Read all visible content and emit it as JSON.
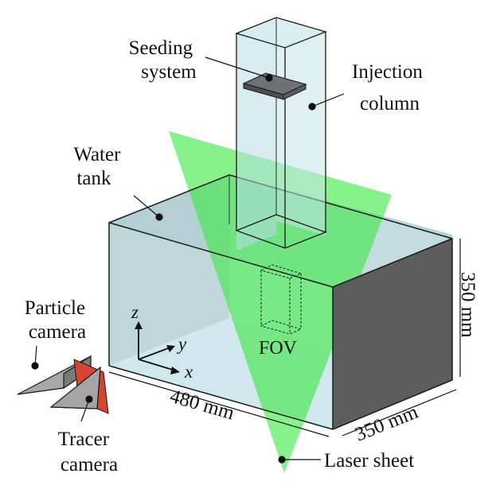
{
  "labels": {
    "seeding_line1": "Seeding",
    "seeding_line2": "system",
    "injection_line1": "Injection",
    "injection_line2": "column",
    "water_line1": "Water",
    "water_line2": "tank",
    "particle_line1": "Particle",
    "particle_line2": "camera",
    "tracer_line1": "Tracer",
    "tracer_line2": "camera",
    "fov": "FOV",
    "laser": "Laser sheet",
    "dim_length": "480 mm",
    "dim_depth": "350 mm",
    "dim_height": "350 mm",
    "axis_x": "x",
    "axis_y": "y",
    "axis_z": "z"
  },
  "colors": {
    "tank_water": "#cfe6ec",
    "tank_dark_side": "#555555",
    "column": "#c5e4ea",
    "laser": "#3ee846",
    "seeding_plate": "#6e7274",
    "tracer_frame": "#d6452f",
    "camera_gray": "#9a9a9a"
  }
}
